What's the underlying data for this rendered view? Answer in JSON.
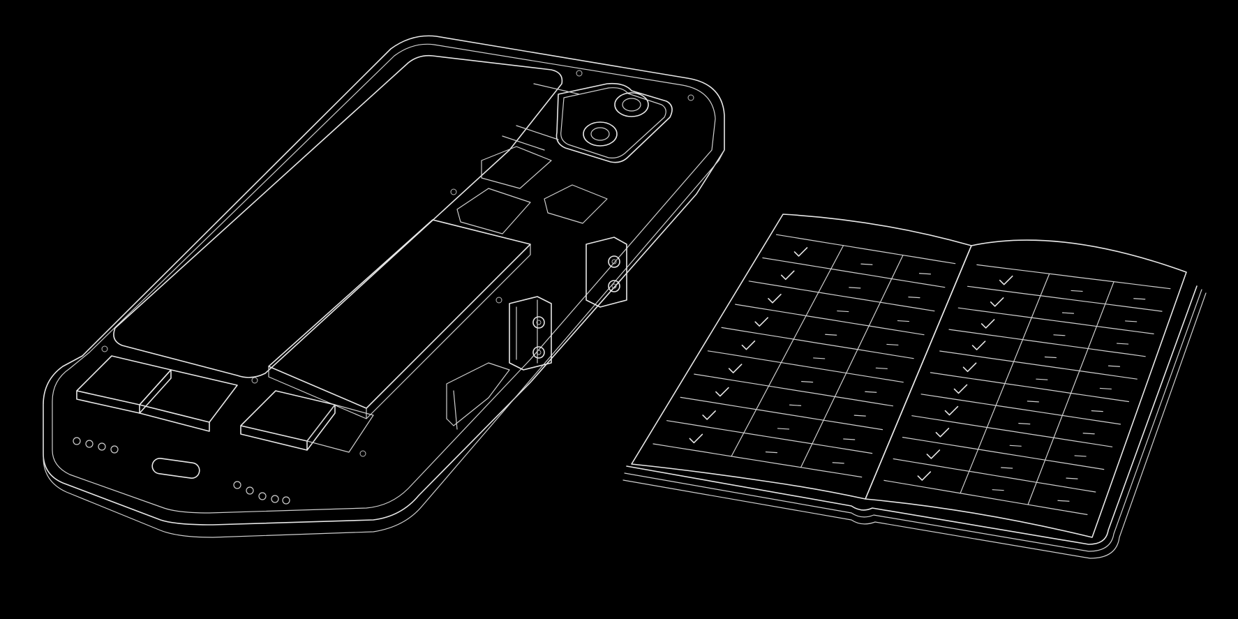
{
  "colors": {
    "background": "#000000",
    "line": "#e8e8e8"
  },
  "scene": {
    "objects": [
      "smartphone-teardown-icon",
      "open-checklist-booklet-icon"
    ]
  },
  "booklet": {
    "left_page": {
      "columns": [
        "check",
        "dash",
        "dash"
      ],
      "rows": 9
    },
    "right_page": {
      "columns": [
        "check",
        "dash",
        "dash"
      ],
      "rows": 10
    }
  }
}
